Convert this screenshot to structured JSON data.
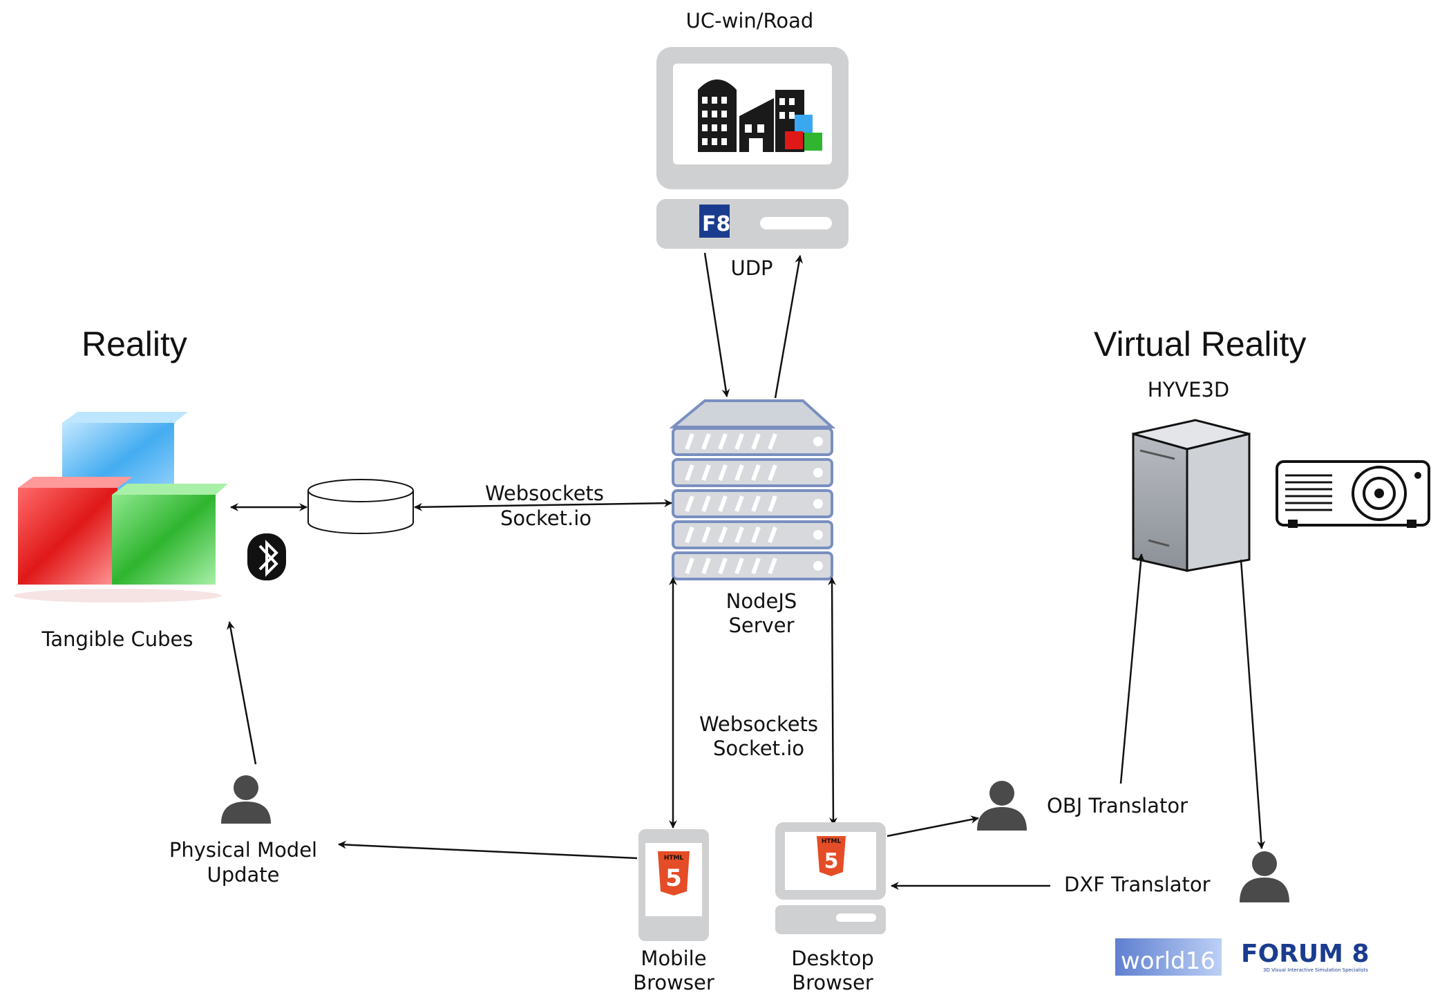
{
  "headings": {
    "reality": "Reality",
    "virtual_reality": "Virtual Reality"
  },
  "nodes": {
    "ucwin": "UC-win/Road",
    "udp": "UDP",
    "nodejs": [
      "NodeJS",
      "Server"
    ],
    "hyve": "HYVE3D",
    "cubes": "Tangible Cubes",
    "physical": [
      "Physical Model",
      "Update"
    ],
    "mobile": [
      "Mobile",
      "Browser"
    ],
    "desktop": [
      "Desktop",
      "Browser"
    ],
    "obj": "OBJ Translator",
    "dxf": "DXF Translator"
  },
  "edges": {
    "ws_top": [
      "Websockets",
      "Socket.io"
    ],
    "ws_mid": [
      "Websockets",
      "Socket.io"
    ]
  },
  "logos": {
    "world16": "world16",
    "forum8": "FORUM 8",
    "forum8_tagline": "3D Visual Interactive Simulation Specialists",
    "html5": "HTML",
    "html5_num": "5",
    "f8": "F8"
  },
  "colors": {
    "red_cube": "#e01818",
    "green_cube": "#2fb52f",
    "blue_cube": "#3aa8f0",
    "server_border": "#7a8fc0",
    "html5": "#e44d26"
  }
}
